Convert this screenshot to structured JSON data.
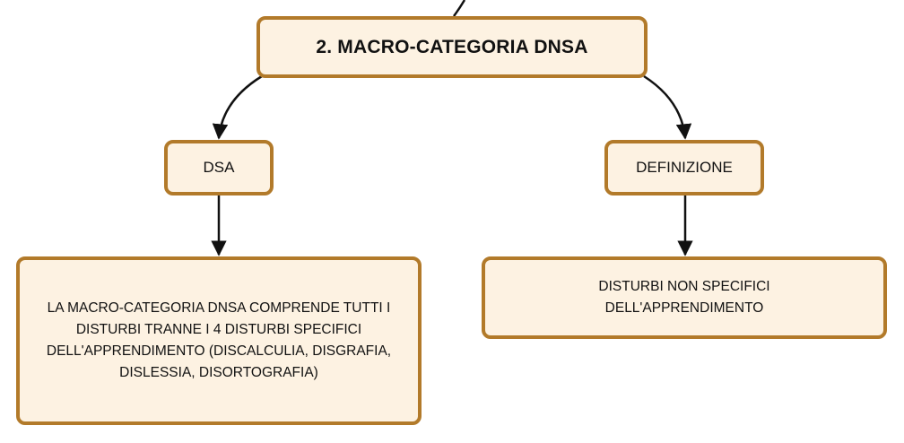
{
  "diagram": {
    "title": "2. MACRO-CATEGORIA DNSA",
    "left_label": "DSA",
    "right_label": "DEFINIZIONE",
    "left_text": "LA MACRO-CATEGORIA DNSA COMPRENDE TUTTI I DISTURBI TRANNE I 4 DISTURBI SPECIFICI DELL'APPRENDIMENTO (DISCALCULIA, DISGRAFIA, DISLESSIA, DISORTOGRAFIA)",
    "right_text": "DISTURBI NON SPECIFICI DELL'APPRENDIMENTO"
  },
  "colors": {
    "node_fill": "#fdf2e2",
    "node_border": "#b27a2a",
    "connector": "#111111"
  }
}
